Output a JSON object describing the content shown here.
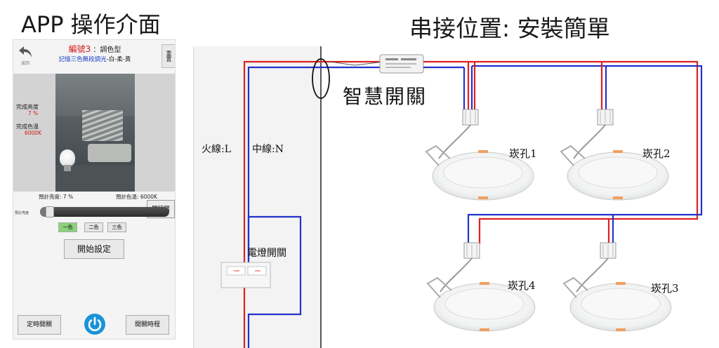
{
  "headings": {
    "left": "APP 操作介面",
    "right": "串接位置: 安裝簡單"
  },
  "app": {
    "back_label": "返回",
    "device_no": "編號3",
    "device_type": "：調色型",
    "memory_text_blue": "記憶三色無段調光",
    "memory_text_rest": "-白-柔-黃",
    "reset_label": "重置",
    "done_brightness_label": "完成亮度",
    "done_brightness_value": "7 %",
    "done_color_temp_label": "完成色溫",
    "done_color_temp_value": "6000K",
    "onoff_label": "開鐘關",
    "est_brightness": "預計亮度: 7 %",
    "est_color_temp": "預計色溫: 6000K",
    "slider_label": "預計亮度",
    "slider_value": 0.07,
    "mode_buttons": [
      "一色",
      "二色",
      "三色"
    ],
    "active_mode_index": 0,
    "start_label": "開始設定",
    "timer_label": "定時開關",
    "schedule_label": "開關時程",
    "colors": {
      "red_text": "#d11818",
      "blue_text": "#1c3ec8",
      "power_blue": "#1a93d8",
      "mode_active": "#8ad37c"
    }
  },
  "wiring": {
    "smart_switch_label": "智慧開關",
    "live_label": "火線:L",
    "neutral_label": "中線:N",
    "wall_switch_label": "電燈開關",
    "lamps": [
      "崁孔1",
      "崁孔2",
      "崁孔4",
      "崁孔3"
    ],
    "colors": {
      "live_wire": "#e02020",
      "neutral_wire": "#2233cc"
    }
  }
}
